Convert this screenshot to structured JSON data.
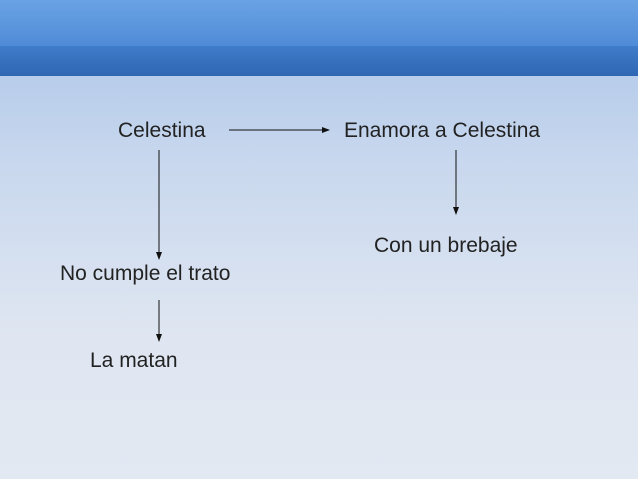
{
  "nodes": {
    "celestina": "Celestina",
    "enamora": "Enamora a Celestina",
    "brebaje": "Con un brebaje",
    "no_cumple": "No cumple el trato",
    "matan": "La matan"
  },
  "colors": {
    "header": "#4a86d4",
    "text": "#222222",
    "arrow": "#111111"
  }
}
